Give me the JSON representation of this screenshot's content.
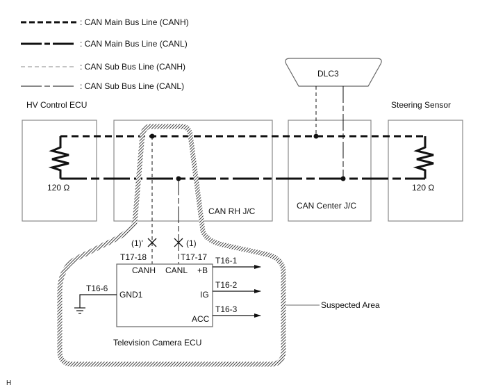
{
  "legend": [
    {
      "style": "main-canh",
      "label": ": CAN Main Bus Line (CANH)"
    },
    {
      "style": "main-canl",
      "label": ": CAN Main Bus Line (CANL)"
    },
    {
      "style": "sub-canh",
      "label": ": CAN Sub Bus Line (CANH)"
    },
    {
      "style": "sub-canl",
      "label": ": CAN Sub Bus Line (CANL)"
    }
  ],
  "components": {
    "hv_ecu": {
      "title": "HV Control ECU",
      "resistor": "120 Ω"
    },
    "can_rh_jc": {
      "title": "CAN RH J/C"
    },
    "can_center_jc": {
      "title": "CAN Center J/C"
    },
    "dlc3": {
      "title": "DLC3"
    },
    "steering_sensor": {
      "title": "Steering Sensor",
      "resistor": "120 Ω"
    },
    "tv_camera_ecu": {
      "title": "Television Camera ECU",
      "pins": {
        "canh": "CANH",
        "canl": "CANL",
        "b": "+B",
        "ig": "IG",
        "acc": "ACC",
        "gnd1": "GND1"
      },
      "terminals": {
        "canh": "T17-18",
        "canl": "T17-17",
        "b": "T16-1",
        "ig": "T16-2",
        "acc": "T16-3",
        "gnd1": "T16-6"
      }
    }
  },
  "break_marks": {
    "canh": "(1)'",
    "canl": "(1)"
  },
  "suspected_area": "Suspected Area",
  "corner_letter": "H"
}
